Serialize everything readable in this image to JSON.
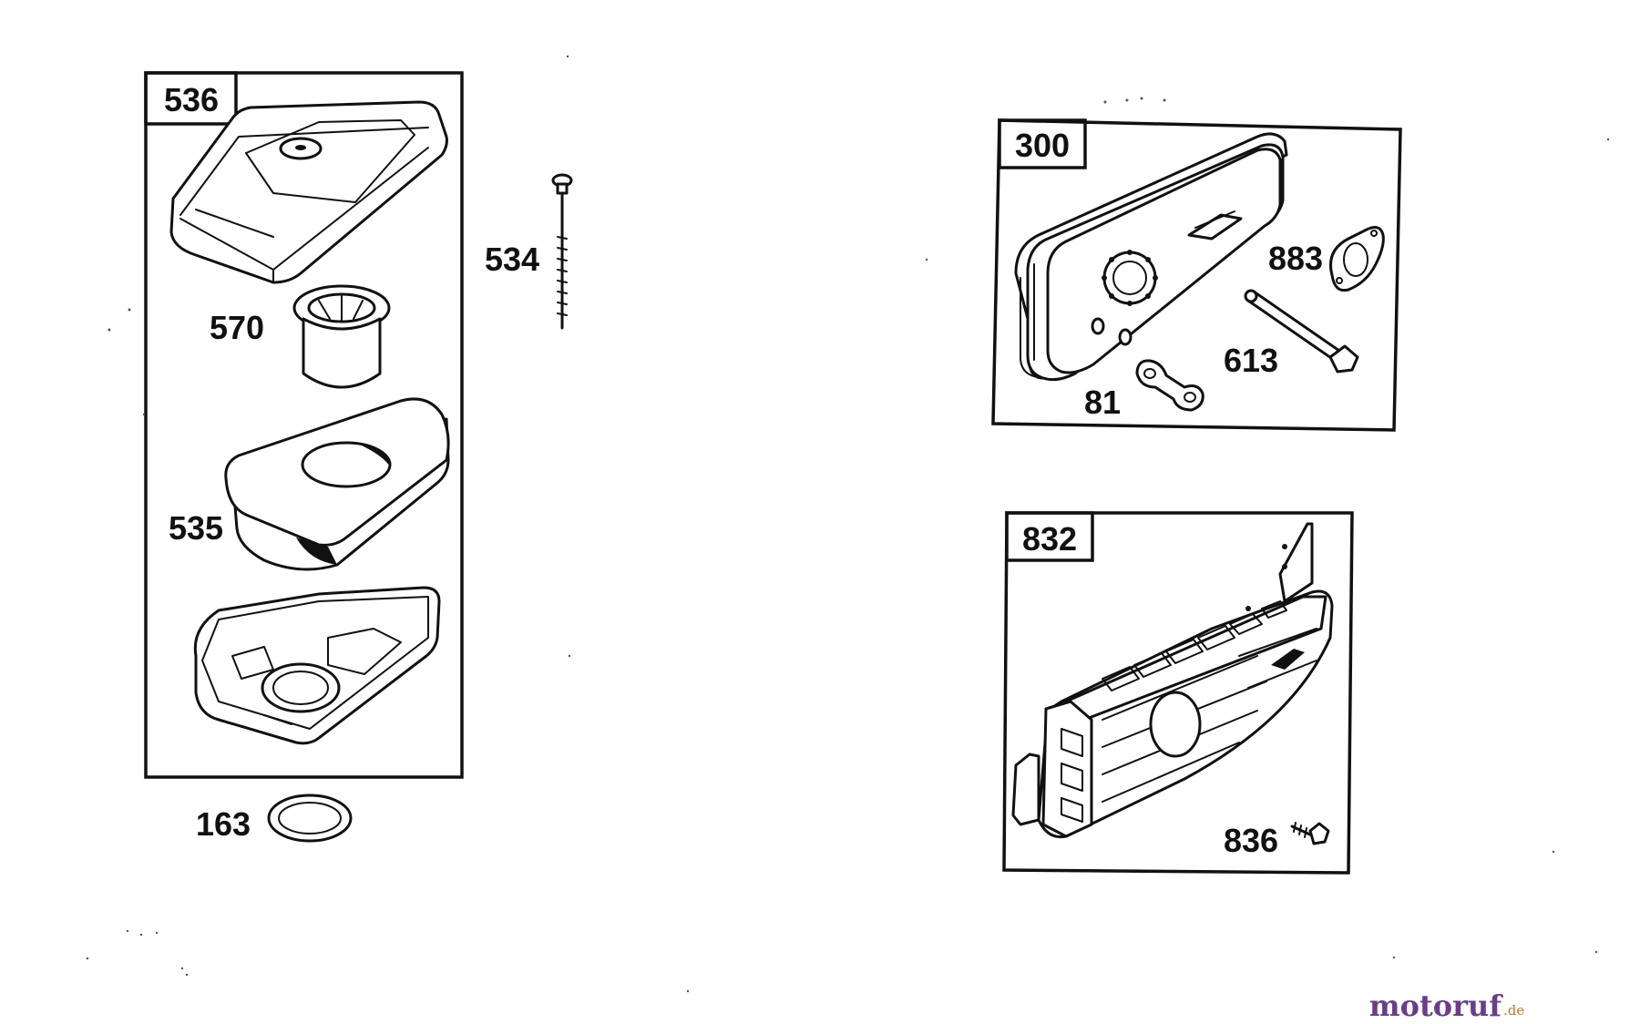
{
  "groups": {
    "air_cleaner": {
      "label": "536"
    },
    "muffler": {
      "label": "300"
    },
    "guard": {
      "label": "832"
    }
  },
  "parts": {
    "p534": "534",
    "p570": "570",
    "p535": "535",
    "p163": "163",
    "p883": "883",
    "p613": "613",
    "p81": "81",
    "p836": "836"
  },
  "watermark": {
    "name": "motoruf",
    "tld": ".de"
  }
}
